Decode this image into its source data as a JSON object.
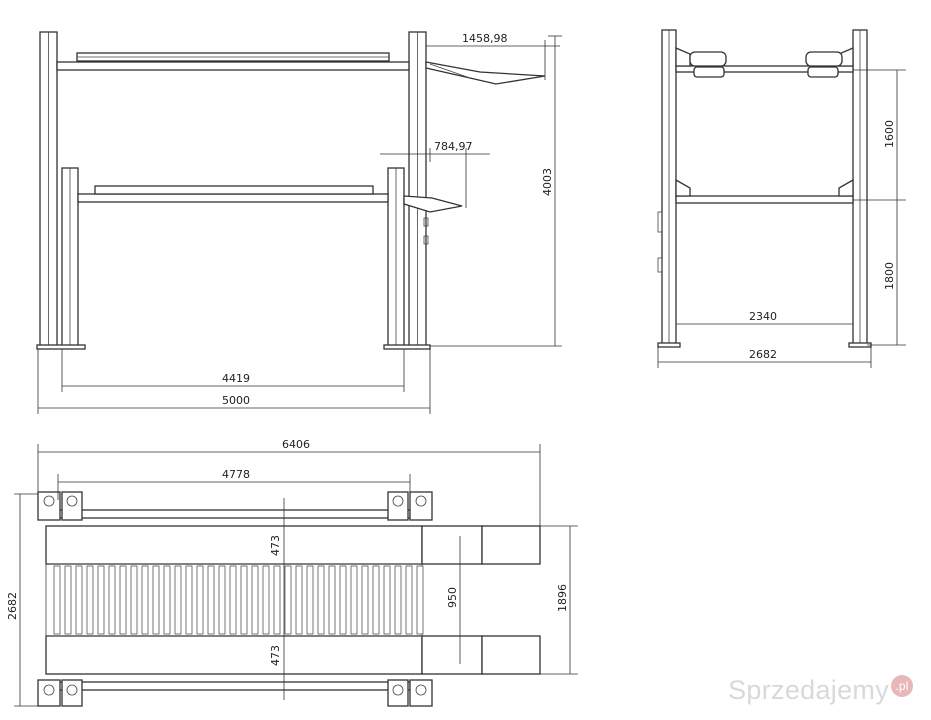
{
  "side_view": {
    "dims": {
      "top_deck_overhang": "1458,98",
      "lower_deck_overhang": "784,97",
      "total_height": "4003",
      "inner_width": "4419",
      "overall_length": "5000"
    }
  },
  "front_view": {
    "dims": {
      "upper_clearance": "1600",
      "lower_clearance": "1800",
      "inner_width": "2340",
      "overall_width": "2682"
    }
  },
  "plan_view": {
    "dims": {
      "overall_length": "6406",
      "post_spacing": "4778",
      "overall_width": "2682",
      "runway_outer": "1896",
      "runway_gap": "950",
      "runway_width_top": "473",
      "runway_width_bottom": "473"
    }
  },
  "watermark": {
    "text": "Sprzedajemy",
    "badge": ".pl"
  },
  "colors": {
    "line": "#333333",
    "background": "#ffffff",
    "watermark": "#d9d9d9"
  }
}
